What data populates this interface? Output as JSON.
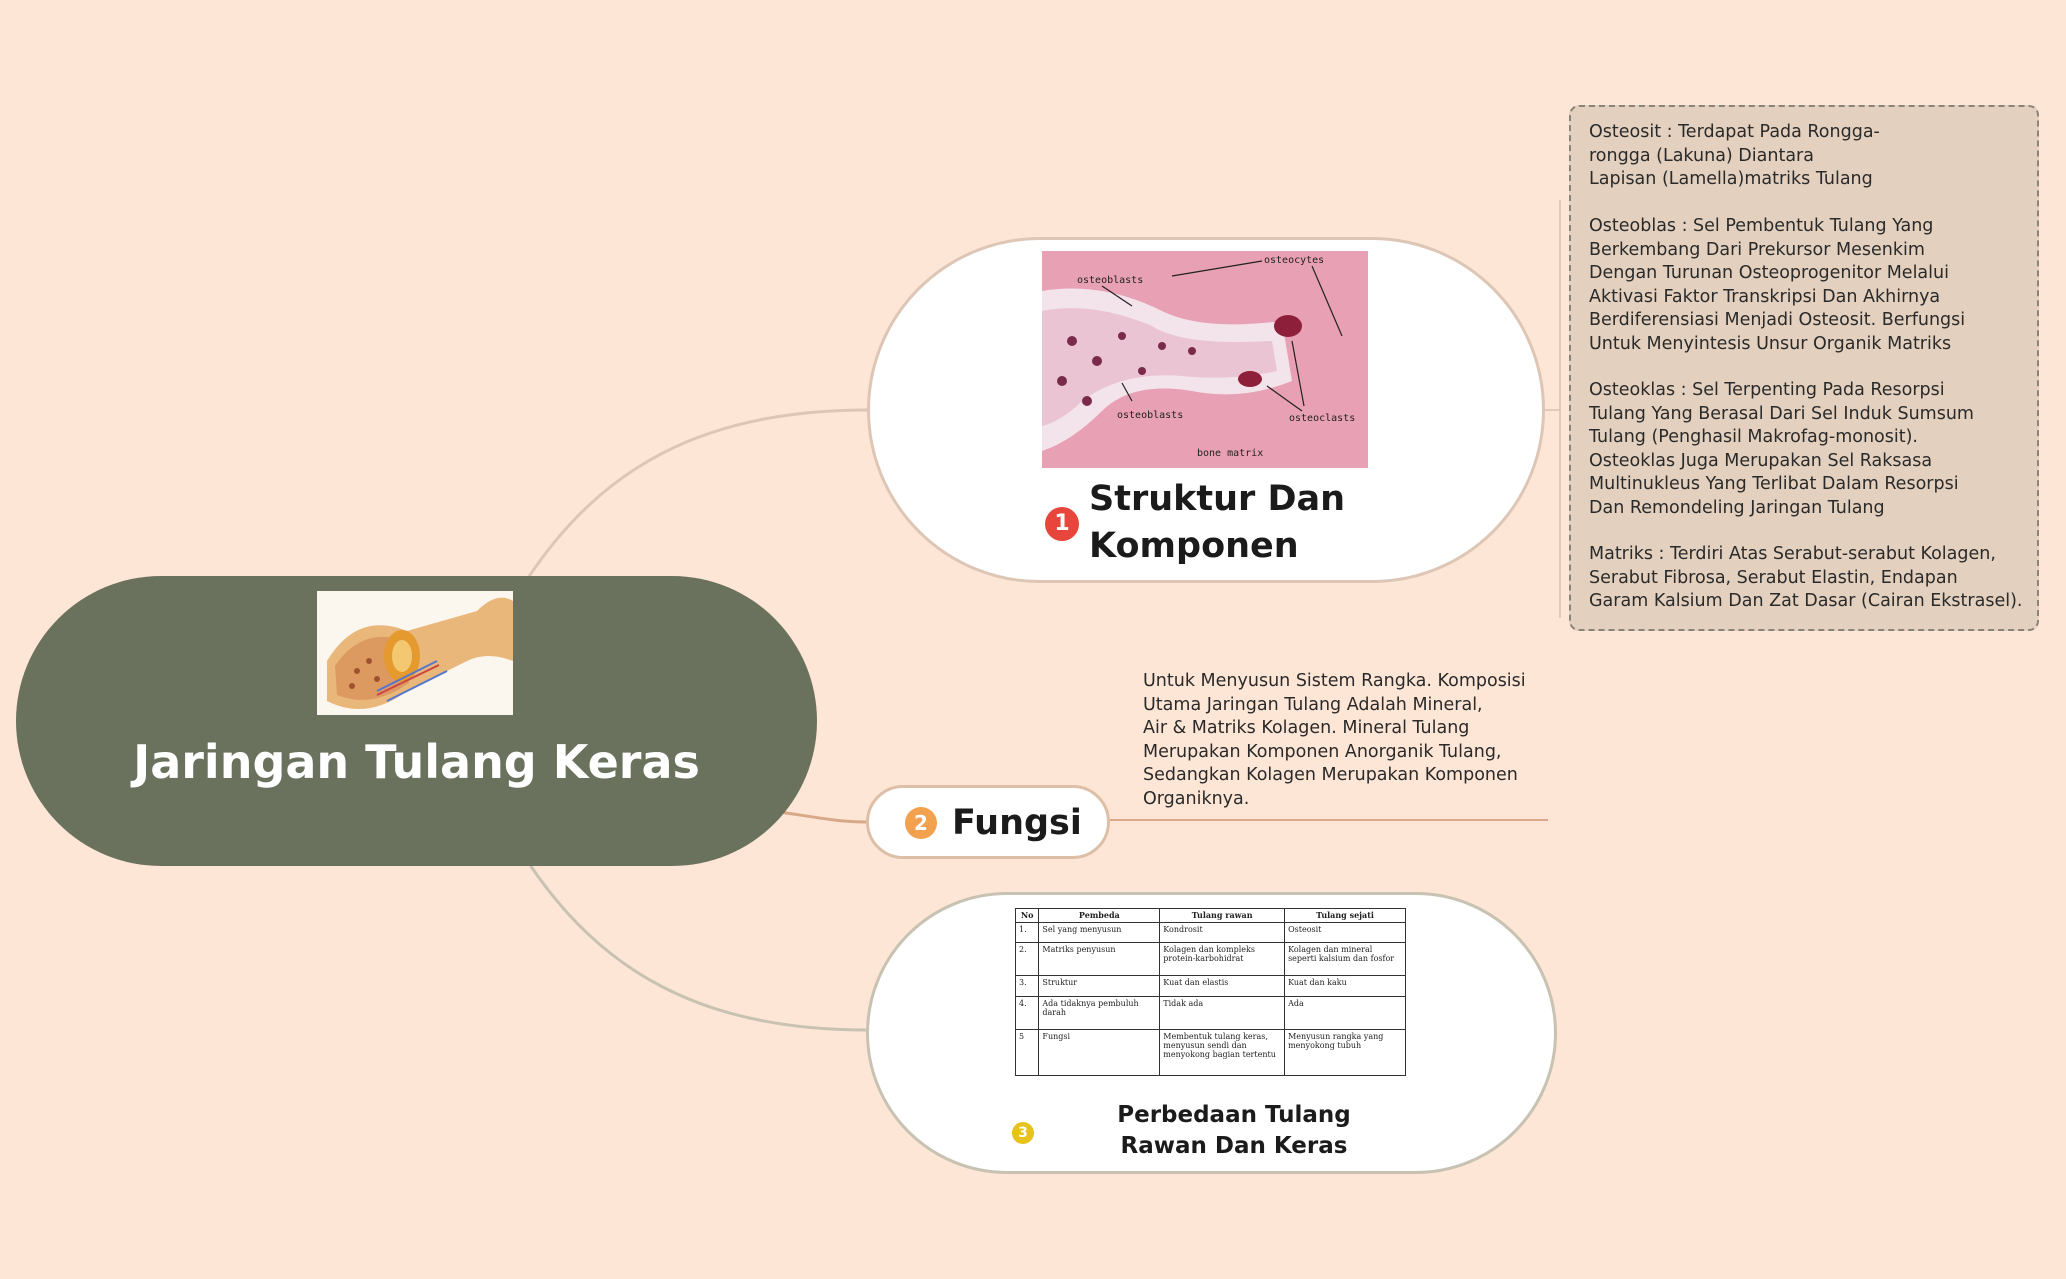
{
  "central": {
    "title": "Jaringan Tulang Keras",
    "image": "bone-anatomy-illustration"
  },
  "topics": [
    {
      "number": "1",
      "title": "Struktur Dan Komponen",
      "image": "osteocytes-micrograph",
      "micrograph_labels": [
        "osteoblasts",
        "osteocytes",
        "osteoblasts",
        "osteoclasts",
        "bone matrix"
      ],
      "details": [
        "Osteosit : Terdapat Pada Rongga-\nrongga (Lakuna) Diantara\nLapisan (Lamella)matriks Tulang",
        "Osteoblas : Sel Pembentuk Tulang Yang\nBerkembang Dari Prekursor Mesenkim\nDengan Turunan Osteoprogenitor Melalui\nAktivasi Faktor Transkripsi Dan Akhirnya\nBerdiferensiasi Menjadi Osteosit. Berfungsi\nUntuk Menyintesis Unsur Organik Matriks",
        "Osteoklas : Sel Terpenting Pada Resorpsi\nTulang Yang Berasal Dari Sel Induk Sumsum\nTulang (Penghasil Makrofag-monosit).\nOsteoklas Juga Merupakan Sel Raksasa\nMultinukleus Yang Terlibat Dalam Resorpsi\nDan Remondeling Jaringan Tulang",
        "Matriks : Terdiri Atas Serabut-serabut Kolagen,\nSerabut Fibrosa, Serabut Elastin, Endapan\nGaram Kalsium Dan Zat Dasar (Cairan Ekstrasel)."
      ]
    },
    {
      "number": "2",
      "title": "Fungsi",
      "detail": "Untuk Menyusun Sistem Rangka. Komposisi\nUtama Jaringan Tulang Adalah Mineral,\nAir & Matriks Kolagen. Mineral Tulang\nMerupakan Komponen Anorganik Tulang,\nSedangkan Kolagen Merupakan Komponen\nOrganiknya."
    },
    {
      "number": "3",
      "title": "Perbedaan Tulang Rawan Dan Keras",
      "table": {
        "headers": [
          "No",
          "Pembeda",
          "Tulang rawan",
          "Tulang sejati"
        ],
        "rows": [
          [
            "1.",
            "Sel yang menyusun",
            "Kondrosit",
            "Osteosit"
          ],
          [
            "2.",
            "Matriks penyusun",
            "Kolagen dan kompleks protein-karbohidrat",
            "Kolagen dan mineral seperti kalsium dan fosfor"
          ],
          [
            "3.",
            "Struktur",
            "Kuat dan elastis",
            "Kuat dan kaku"
          ],
          [
            "4.",
            "Ada tidaknya pembuluh darah",
            "Tidak ada",
            "Ada"
          ],
          [
            "5",
            "Fungsi",
            "Membentuk tulang keras, menyusun sendi dan menyokong bagian tertentu",
            "Menyusun rangka yang menyokong tubuh"
          ]
        ]
      }
    }
  ],
  "colors": {
    "background": "#fee6d6",
    "central": "#6a725d",
    "badge_1": "#e8453c",
    "badge_2": "#f2a14f",
    "badge_3": "#e6c21a"
  }
}
